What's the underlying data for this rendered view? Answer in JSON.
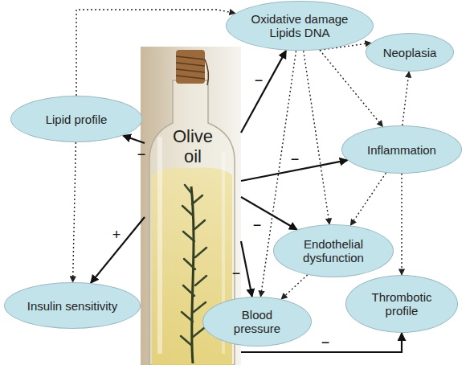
{
  "diagram": {
    "nodes": [
      {
        "text": [
          "Oxidative damage Lipids DNA"
        ]
      },
      {
        "text": [
          "Neoplasia"
        ]
      },
      {
        "text": [
          "Lipid profile"
        ]
      },
      {
        "text": [
          "Inflammation"
        ]
      },
      {
        "text": [
          "Olive oil"
        ]
      },
      {
        "text": [
          "Endothelial dysfunction"
        ]
      },
      {
        "text": [
          "Insulin sensitivity"
        ]
      },
      {
        "text": [
          "Blood pressure"
        ]
      },
      {
        "text": [
          "Thrombotic profile"
        ]
      }
    ],
    "edges": [
      {
        "from": 2,
        "to": 0,
        "arrow": "to"
      },
      {
        "from": 2,
        "to": 6,
        "arrow": "to"
      },
      {
        "from": 4,
        "to": 2,
        "label": "−",
        "arrow": "to"
      },
      {
        "from": 4,
        "to": 6,
        "label": "+",
        "arrow": "to"
      },
      {
        "from": 4,
        "to": 0,
        "label": "−",
        "arrow": "to"
      },
      {
        "from": 4,
        "to": 3,
        "label": "−",
        "arrow": "to"
      },
      {
        "from": 4,
        "to": 5,
        "label": "−",
        "arrow": "to"
      },
      {
        "from": 4,
        "to": 7,
        "label": "−",
        "arrow": "to"
      },
      {
        "from": 4,
        "to": 8,
        "label": "−",
        "arrow": "to"
      },
      {
        "from": 0,
        "to": 1,
        "arrow": "to"
      },
      {
        "from": 0,
        "to": 3,
        "arrow": "to"
      },
      {
        "from": 0,
        "to": 5,
        "arrow": "to"
      },
      {
        "from": 0,
        "to": 7,
        "arrow": "to"
      },
      {
        "from": 3,
        "to": 5,
        "arrow": "to"
      },
      {
        "from": 5,
        "to": 7,
        "arrow": "to"
      },
      {
        "from": 3,
        "to": 1,
        "arrow": "to"
      },
      {
        "from": 3,
        "to": 8,
        "arrow": "to"
      }
    ]
  }
}
